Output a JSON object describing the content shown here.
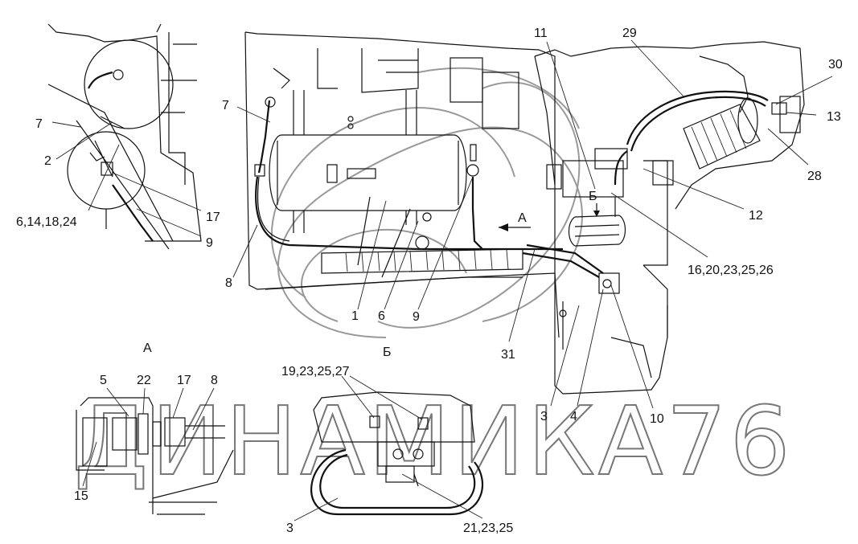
{
  "watermark": {
    "text": "ДИНАМИКА76"
  },
  "views": {
    "view_a": "А",
    "view_b": "Б",
    "arrow_a": "А",
    "arrow_b": "Б"
  },
  "callouts": {
    "c_7_left": "7",
    "c_2": "2",
    "c_6_14_18_24": "6,14,18,24",
    "c_17_left": "17",
    "c_9_left": "9",
    "c_7_main": "7",
    "c_8_main": "8",
    "c_1": "1",
    "c_6": "6",
    "c_9_main": "9",
    "c_31": "31",
    "c_11": "11",
    "c_29": "29",
    "c_30": "30",
    "c_13": "13",
    "c_28": "28",
    "c_12": "12",
    "c_16_20_23_25_26": "16,20,23,25,26",
    "c_3_main": "3",
    "c_4": "4",
    "c_10": "10",
    "c_5": "5",
    "c_22": "22",
    "c_17_a": "17",
    "c_8_a": "8",
    "c_15": "15",
    "c_19_23_25_27": "19,23,25,27",
    "c_3_b": "3",
    "c_21_23_25": "21,23,25"
  }
}
